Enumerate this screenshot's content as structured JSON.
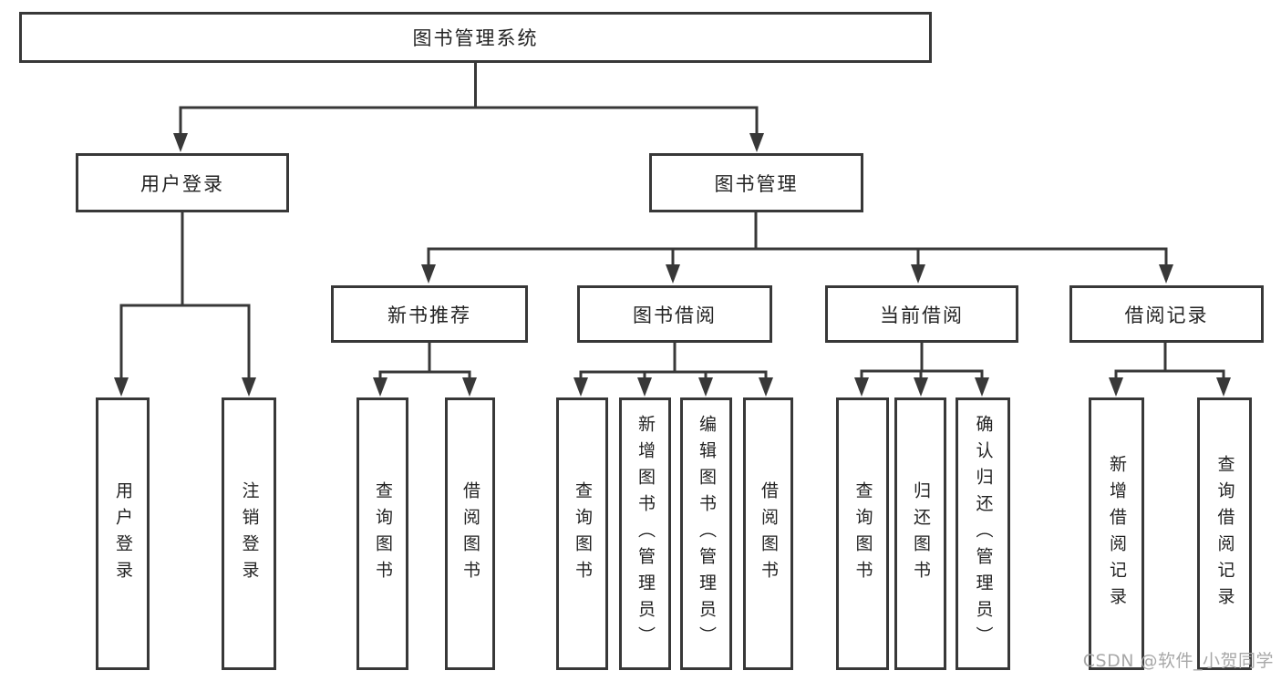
{
  "nodes": {
    "root": "图书管理系统",
    "user_login": "用户登录",
    "book_management": "图书管理",
    "new_book_recommend": "新书推荐",
    "book_borrow": "图书借阅",
    "current_borrow": "当前借阅",
    "borrow_records": "借阅记录",
    "leaf_user_login": "用户登录",
    "leaf_logout": "注销登录",
    "leaf_query_books_recommend": "查询图书",
    "leaf_borrow_books_recommend": "借阅图书",
    "leaf_query_books_borrow": "查询图书",
    "leaf_add_book_admin": "新增图书（管理员）",
    "leaf_edit_book_admin": "编辑图书（管理员）",
    "leaf_borrow_books_borrow": "借阅图书",
    "leaf_query_books_current": "查询图书",
    "leaf_return_book": "归还图书",
    "leaf_confirm_return_admin": "确认归还（管理员）",
    "leaf_add_borrow_record": "新增借阅记录",
    "leaf_query_borrow_record": "查询借阅记录"
  },
  "watermark": "CSDN @软件_小贺同学",
  "colors": {
    "line": "#383838",
    "node_border": "#383838",
    "node_fill": "#ffffff",
    "text": "#232323",
    "watermark": "#a8a8a8",
    "background": "#ffffff"
  }
}
